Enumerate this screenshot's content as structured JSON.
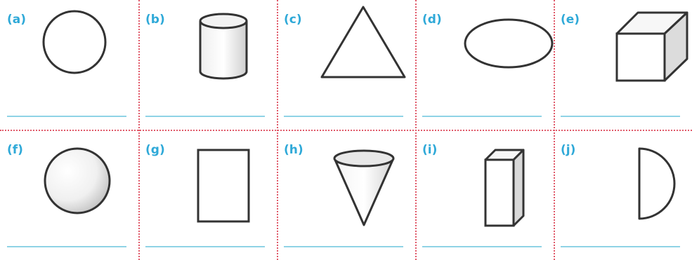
{
  "worksheet": {
    "items": [
      {
        "label": "(a)",
        "shape": "circle-icon"
      },
      {
        "label": "(b)",
        "shape": "cylinder-icon"
      },
      {
        "label": "(c)",
        "shape": "triangle-icon"
      },
      {
        "label": "(d)",
        "shape": "ellipse-icon"
      },
      {
        "label": "(e)",
        "shape": "cube-icon"
      },
      {
        "label": "(f)",
        "shape": "sphere-icon"
      },
      {
        "label": "(g)",
        "shape": "rectangle-icon"
      },
      {
        "label": "(h)",
        "shape": "cone-icon"
      },
      {
        "label": "(i)",
        "shape": "cuboid-icon"
      },
      {
        "label": "(j)",
        "shape": "semicircle-icon"
      }
    ],
    "colors": {
      "label": "#2fa9d8",
      "separator": "#e05a6a",
      "answer_line": "#8fd3e6",
      "outline": "#333333"
    }
  }
}
